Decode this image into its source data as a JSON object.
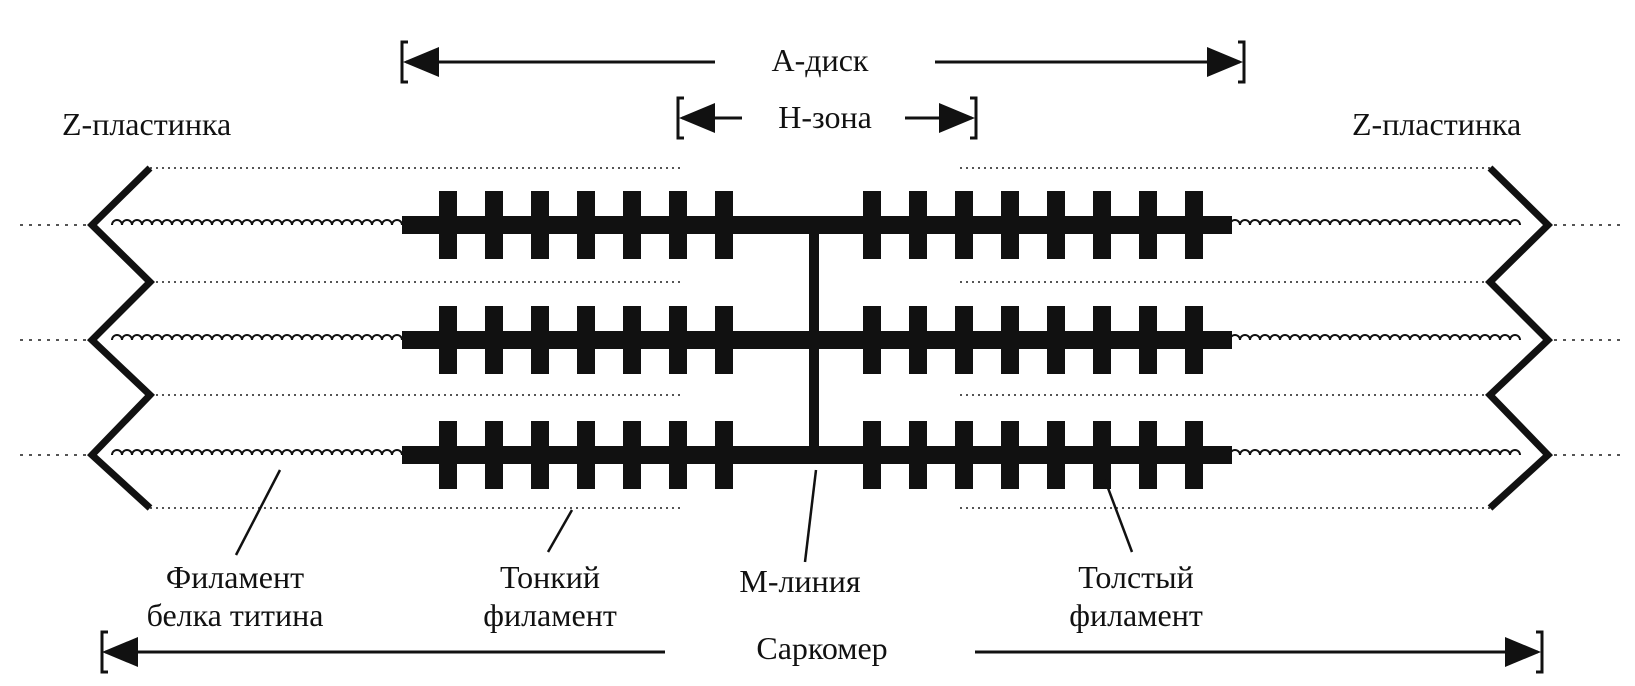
{
  "labels": {
    "a_disk": "А-диск",
    "h_zone": "Н-зона",
    "z_left": "Z-пластинка",
    "z_right": "Z-пластинка",
    "titin": "Филамент\nбелка титина",
    "thin": "Тонкий\nфиламент",
    "m_line": "М-линия",
    "thick": "Толстый\nфиламент",
    "sarcomere": "Саркомер"
  },
  "colors": {
    "ink": "#111111",
    "dots": "#555555",
    "background": "#ffffff"
  },
  "icons": {
    "bracket": "bracket-arrow",
    "spring": "titin-coil",
    "zline": "zigzag-line"
  }
}
